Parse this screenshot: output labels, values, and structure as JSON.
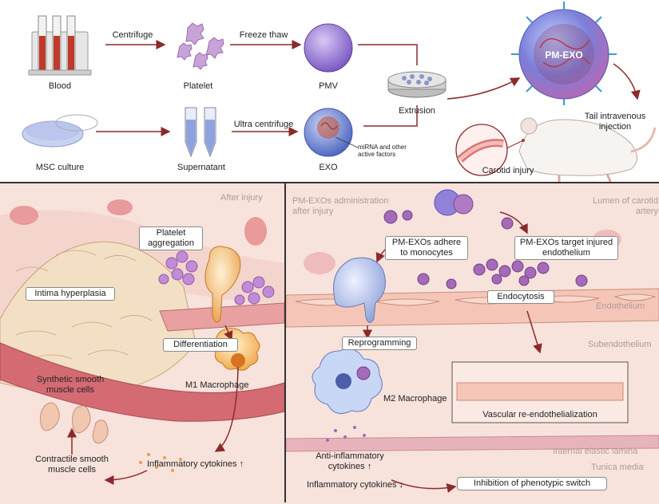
{
  "top": {
    "blood": "Blood",
    "centrifuge": "Centrifuge",
    "platelet": "Platelet",
    "freeze_thaw": "Freeze thaw",
    "pmv": "PMV",
    "msc_culture": "MSC culture",
    "supernatant": "Supernatant",
    "ultra_centrifuge": "Ultra centrifuge",
    "exo": "EXO",
    "mirna": "miRNA and other active factors",
    "extrusion": "Extrusion",
    "pm_exo": "PM-EXO",
    "tail_injection": "Tail intravenous injection",
    "carotid_injury": "Carotid injury"
  },
  "left_panel": {
    "after_injury": "After injury",
    "platelet_aggregation": "Platelet aggregation",
    "intima_hyperplasia": "Intima hyperplasia",
    "differentiation": "Differentiation",
    "m1_macrophage": "M1 Macrophage",
    "synthetic_smc": "Synthetic smooth muscle cells",
    "contractile_smc": "Contractile smooth muscle cells",
    "inflammatory_cytokines": "Inflammatory cytokines",
    "up_arrow": "↑"
  },
  "right_panel": {
    "administration": "PM-EXOs administration after injury",
    "lumen": "Lumen of carotid artery",
    "adhere": "PM-EXOs adhere to monocytes",
    "target": "PM-EXOs target injured endothelium",
    "endocytosis": "Endocytosis",
    "endothelium": "Endothelium",
    "subendothelium": "Subendothelium",
    "reprogramming": "Reprogramming",
    "m2_macrophage": "M2 Macrophage",
    "re_endo": "Vascular re-endothelialization",
    "elastic_lamina": "Internal elastic lamina",
    "anti_inflammatory": "Anti-inflammatory cytokines",
    "tunica_media": "Tunica media",
    "inflammatory_cytokines": "Inflammatory cytokines",
    "down_arrow": "↓",
    "up_arrow": "↑",
    "inhibition": "Inhibition of phenotypic switch"
  },
  "colors": {
    "arrow": "#8b2a2a",
    "tissue": "#f7e2dc",
    "vessel": "#d9767a",
    "pmv": "#9b7bd6",
    "exo": "#6f86d6"
  }
}
